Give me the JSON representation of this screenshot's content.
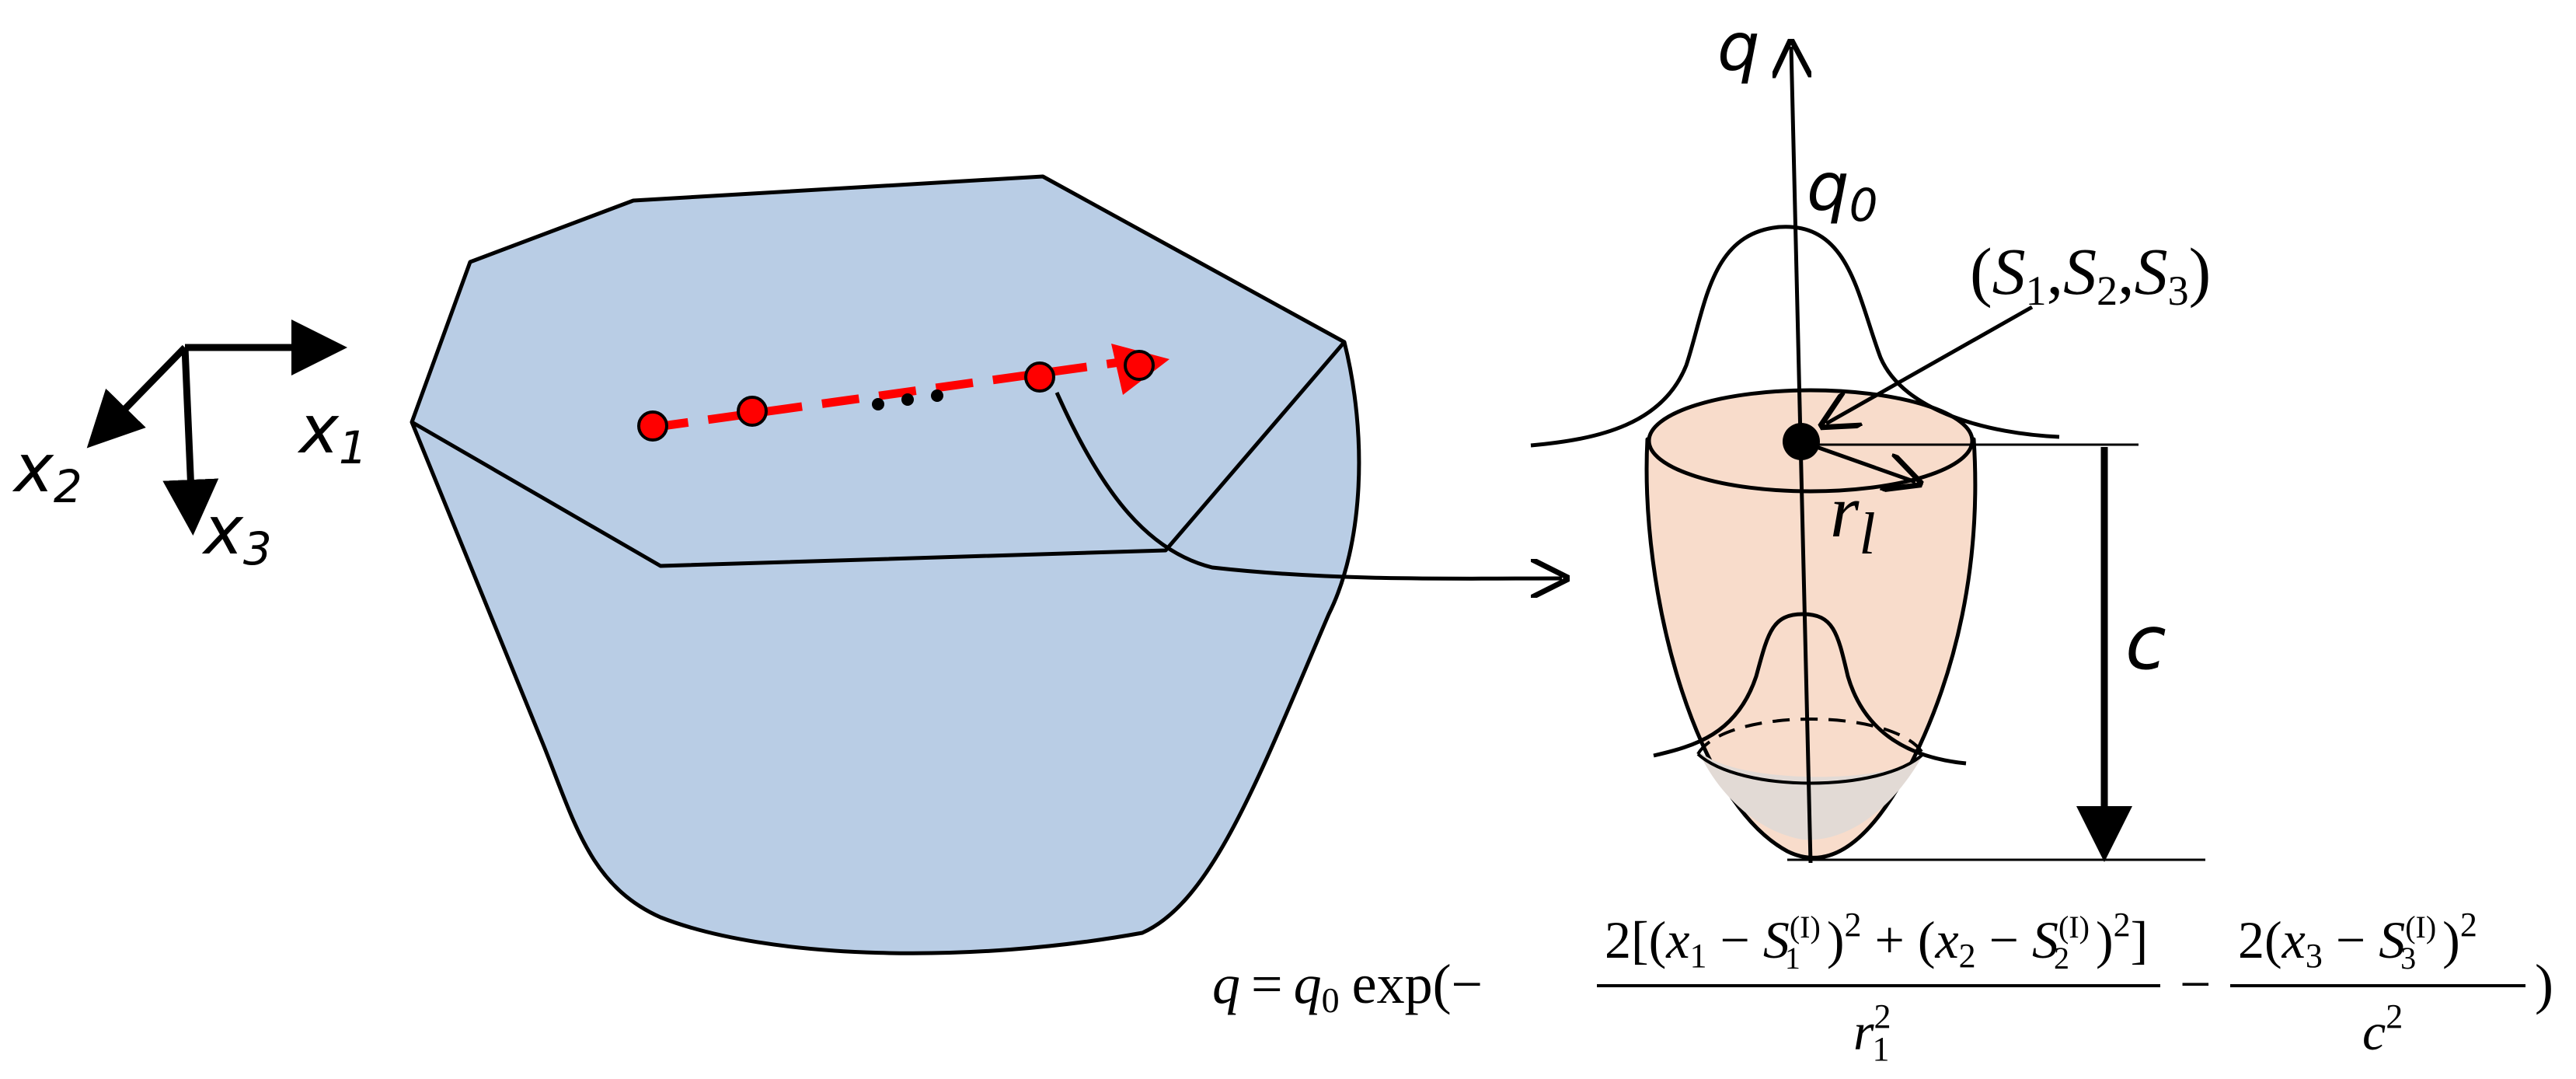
{
  "colors": {
    "block_fill": "#b9cde5",
    "cone_fill": "#f8dccb",
    "cone_inner_fill": "#e5ddd8",
    "path_color": "#ff0000",
    "stroke": "#000000"
  },
  "axes": {
    "x1": {
      "base": "x",
      "sub": "1"
    },
    "x2": {
      "base": "x",
      "sub": "2"
    },
    "x3": {
      "base": "x",
      "sub": "3"
    }
  },
  "heat_source": {
    "q_axis_label": "q",
    "q0": {
      "base": "q",
      "sub": "0"
    },
    "center_label": {
      "open": "(",
      "S1": {
        "base": "S",
        "sub": "1"
      },
      "sep1": ",",
      "S2": {
        "base": "S",
        "sub": "2"
      },
      "sep2": ",",
      "S3": {
        "base": "S",
        "sub": "3"
      },
      "close": ")"
    },
    "radius_label": {
      "base": "r",
      "sub": "l"
    },
    "depth_label": "c"
  },
  "path_ellipsis": "...",
  "equation": {
    "lhs": "q",
    "equals": "=",
    "q0": {
      "base": "q",
      "sub": "0"
    },
    "exp": "exp(−",
    "frac1": {
      "num_a": "2[(",
      "x1": {
        "base": "x",
        "sub": "1"
      },
      "minus1": " − ",
      "S1": {
        "base": "S",
        "sub": "1",
        "sup": "(I)"
      },
      "sq1": ")",
      "sq1_exp": "2",
      "plus": " + (",
      "x2": {
        "base": "x",
        "sub": "2"
      },
      "minus2": " − ",
      "S2": {
        "base": "S",
        "sub": "2",
        "sup": "(I)"
      },
      "sq2": ")",
      "sq2_exp": "2",
      "close": "]",
      "den": {
        "base": "r",
        "sub": "1",
        "sup": "2"
      }
    },
    "minus_mid": "−",
    "frac2": {
      "num_a": "2(",
      "x3": {
        "base": "x",
        "sub": "3"
      },
      "minus": " − ",
      "S3": {
        "base": "S",
        "sub": "3",
        "sup": "(I)"
      },
      "sq": ")",
      "sq_exp": "2",
      "den": {
        "base": "c",
        "sup": "2"
      }
    },
    "close": ")"
  }
}
